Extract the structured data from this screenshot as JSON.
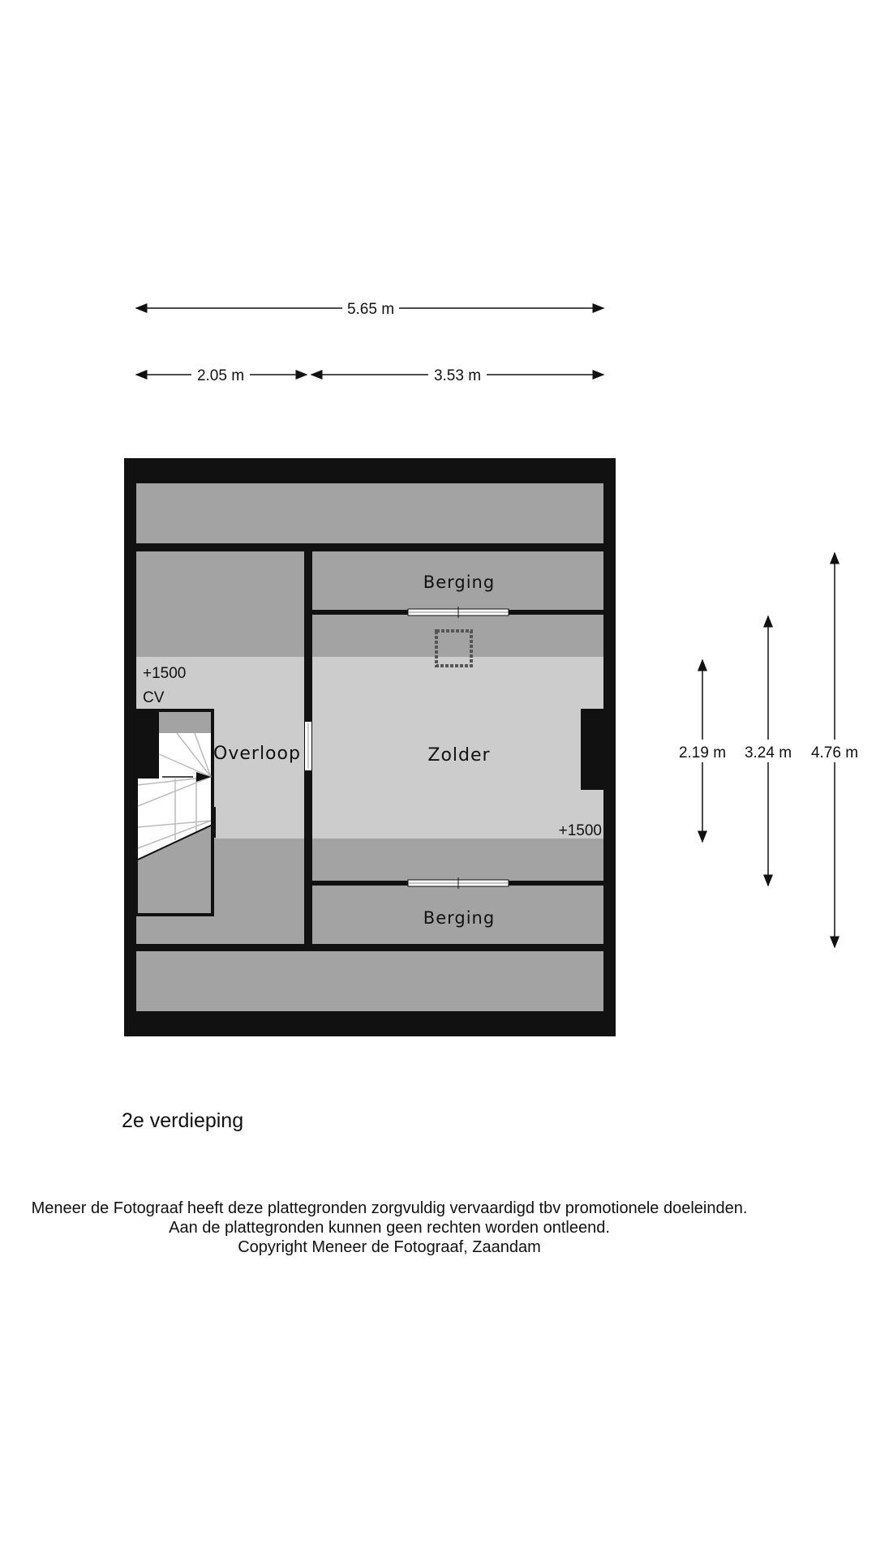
{
  "dimensions": {
    "total_width": "5.65 m",
    "left_width": "2.05 m",
    "right_width": "3.53 m",
    "height_inner": "2.19 m",
    "height_mid": "3.24 m",
    "height_total": "4.76 m"
  },
  "rooms": {
    "storage_top": "Berging",
    "attic": "Zolder",
    "landing": "Overloop",
    "storage_bottom": "Berging"
  },
  "annotations": {
    "height_left": "+1500",
    "heating": "CV",
    "height_right": "+1500"
  },
  "floor_label": "2e verdieping",
  "disclaimer": [
    "Meneer de Fotograaf heeft deze plattegronden zorgvuldig vervaardigd tbv promotionele doeleinden.",
    "Aan de plattegronden kunnen geen rechten worden ontleend.",
    "Copyright Meneer de Fotograaf, Zaandam"
  ],
  "colors": {
    "wall": "#111111",
    "low_zone": "#a3a3a3",
    "standing_zone": "#cccccc",
    "stair": "#ffffff"
  }
}
